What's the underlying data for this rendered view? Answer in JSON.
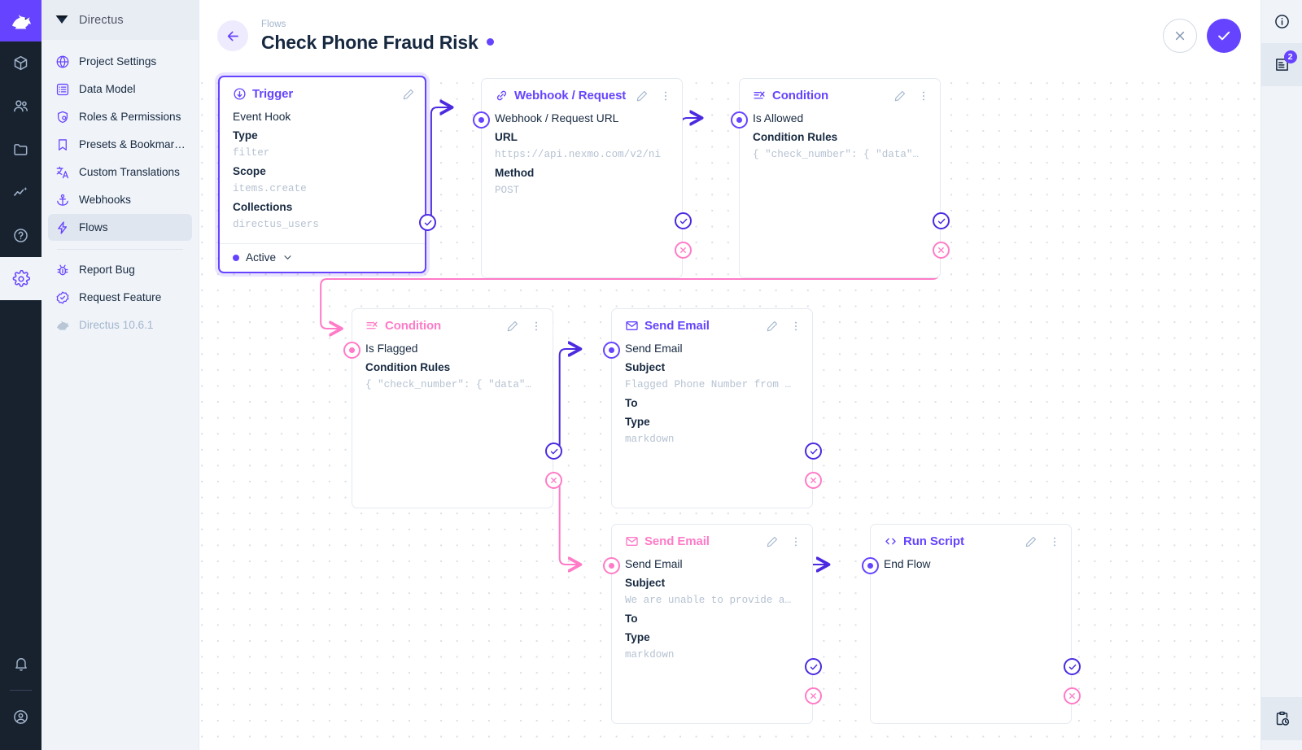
{
  "rail": {
    "logo_icon": "directus-rabbit-logo",
    "items": [
      {
        "name": "content",
        "icon": "box-icon",
        "active": false
      },
      {
        "name": "users",
        "icon": "users-icon",
        "active": false
      },
      {
        "name": "files",
        "icon": "folder-icon",
        "active": false
      },
      {
        "name": "insights",
        "icon": "insights-chart-icon",
        "active": false
      },
      {
        "name": "help",
        "icon": "help-circle-icon",
        "active": false
      },
      {
        "name": "settings",
        "icon": "gear-icon",
        "active": true
      }
    ],
    "bottom": [
      {
        "name": "notifications",
        "icon": "bell-icon"
      },
      {
        "name": "account",
        "icon": "user-circle-icon"
      }
    ]
  },
  "sidebar": {
    "project_name": "Directus",
    "project_icon": "directus-diamond-icon",
    "items": [
      {
        "label": "Project Settings",
        "icon": "globe-icon",
        "active": false
      },
      {
        "label": "Data Model",
        "icon": "list-box-icon",
        "active": false
      },
      {
        "label": "Roles & Permissions",
        "icon": "shield-user-icon",
        "active": false
      },
      {
        "label": "Presets & Bookmar…",
        "icon": "bookmark-icon",
        "active": false
      },
      {
        "label": "Custom Translations",
        "icon": "translate-icon",
        "active": false
      },
      {
        "label": "Webhooks",
        "icon": "anchor-icon",
        "active": false
      },
      {
        "label": "Flows",
        "icon": "bolt-icon",
        "active": true
      }
    ],
    "footer_items": [
      {
        "label": "Report Bug",
        "icon": "bug-icon",
        "muted": false
      },
      {
        "label": "Request Feature",
        "icon": "check-badge-icon",
        "muted": false
      },
      {
        "label": "Directus 10.6.1",
        "icon": "rabbit-icon",
        "muted": true
      }
    ]
  },
  "header": {
    "back_icon": "arrow-left-icon",
    "breadcrumb": "Flows",
    "title": "Check Phone Fraud Risk",
    "status_dot_color": "#6644ff",
    "cancel_icon": "close-x-icon",
    "save_icon": "check-icon"
  },
  "right_rail": {
    "items": [
      {
        "name": "info",
        "icon": "info-circle-icon",
        "badge": null
      },
      {
        "name": "flow-logs",
        "icon": "logs-icon",
        "badge": "2"
      }
    ],
    "bottom": [
      {
        "name": "activity-history",
        "icon": "clipboard-clock-icon"
      }
    ]
  },
  "flow": {
    "accent_purple": "#6644ff",
    "accent_pink": "#ff7bc7",
    "edge_purple": "#4b2ae0",
    "edge_pink": "#ff7bc7",
    "nodes": [
      {
        "id": "trigger",
        "kind": "trigger",
        "header": "Trigger",
        "header_icon": "trigger-bolt-circle-icon",
        "accent": "purple",
        "selected": true,
        "name": "Event Hook",
        "fields": [
          {
            "key": "Type",
            "value": "filter"
          },
          {
            "key": "Scope",
            "value": "items.create"
          },
          {
            "key": "Collections",
            "value": "directus_users"
          }
        ],
        "footer": {
          "label": "Active",
          "chevron": "chevron-down-icon"
        },
        "has_menu": false
      },
      {
        "id": "webhook",
        "kind": "operation",
        "header": "Webhook / Request U",
        "header_icon": "link-icon",
        "accent": "purple",
        "selected": false,
        "name": "Webhook / Request URL",
        "fields": [
          {
            "key": "URL",
            "value": "https://api.nexmo.com/v2/ni"
          },
          {
            "key": "Method",
            "value": "POST"
          }
        ],
        "has_menu": true
      },
      {
        "id": "cond-allowed",
        "kind": "operation",
        "header": "Condition",
        "header_icon": "condition-icon",
        "accent": "purple",
        "selected": false,
        "name": "Is Allowed",
        "fields": [
          {
            "key": "Condition Rules",
            "value": "{ \"check_number\": { \"data\"…"
          }
        ],
        "has_menu": true
      },
      {
        "id": "cond-flagged",
        "kind": "operation",
        "header": "Condition",
        "header_icon": "condition-icon",
        "accent": "pink",
        "selected": false,
        "name": "Is Flagged",
        "fields": [
          {
            "key": "Condition Rules",
            "value": "{ \"check_number\": { \"data\"…"
          }
        ],
        "has_menu": true
      },
      {
        "id": "email-flagged",
        "kind": "operation",
        "header": "Send Email",
        "header_icon": "envelope-icon",
        "accent": "purple",
        "selected": false,
        "name": "Send Email",
        "fields": [
          {
            "key": "Subject",
            "value": "Flagged Phone Number from …"
          },
          {
            "key": "To",
            "value": ""
          },
          {
            "key": "Type",
            "value": "markdown"
          }
        ],
        "has_menu": true
      },
      {
        "id": "email-unable",
        "kind": "operation",
        "header": "Send Email",
        "header_icon": "envelope-icon",
        "accent": "pink",
        "selected": false,
        "name": "Send Email",
        "fields": [
          {
            "key": "Subject",
            "value": "We are unable to provide a…"
          },
          {
            "key": "To",
            "value": ""
          },
          {
            "key": "Type",
            "value": "markdown"
          }
        ],
        "has_menu": true
      },
      {
        "id": "run-script",
        "kind": "operation",
        "header": "Run Script",
        "header_icon": "code-brackets-icon",
        "accent": "purple",
        "selected": false,
        "name": "End Flow",
        "fields": [],
        "has_menu": true
      }
    ]
  }
}
